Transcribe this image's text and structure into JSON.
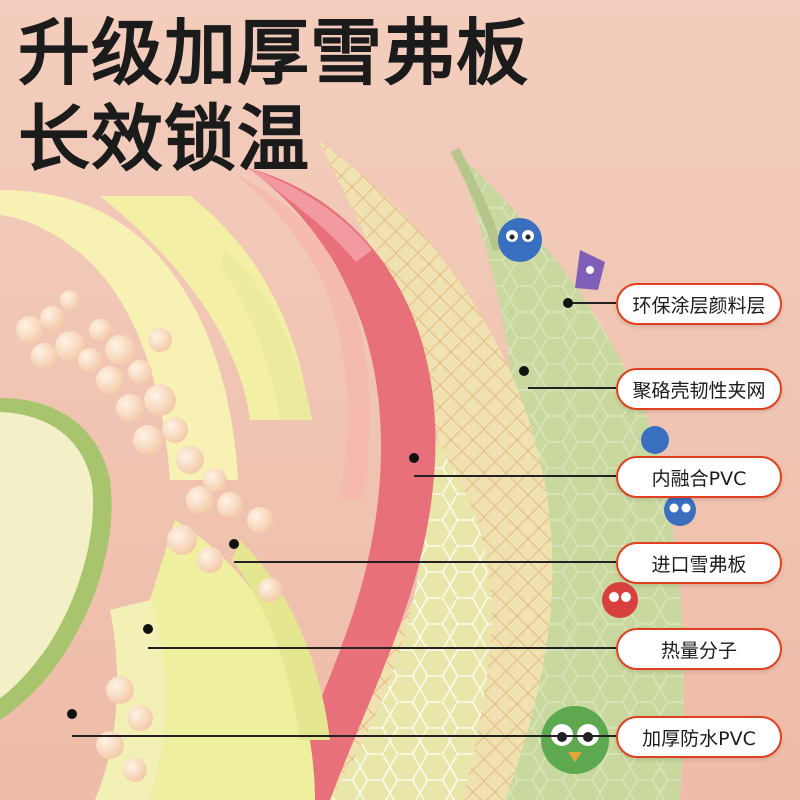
{
  "headline": {
    "line1": "升级加厚雪弗板",
    "line2": "长效锁温"
  },
  "layers": [
    {
      "label": "环保涂层颜料层"
    },
    {
      "label": "聚硌壳韧性夹网"
    },
    {
      "label": "内融合PVC"
    },
    {
      "label": "进口雪弗板"
    },
    {
      "label": "热量分子"
    },
    {
      "label": "加厚防水PVC"
    }
  ],
  "colors": {
    "background": "#f2c6b6",
    "accent_border": "#e0401f",
    "pink_layer": "#e8707a",
    "yellow_layer": "#f0f0a8",
    "green_layer": "#c2d49a"
  }
}
